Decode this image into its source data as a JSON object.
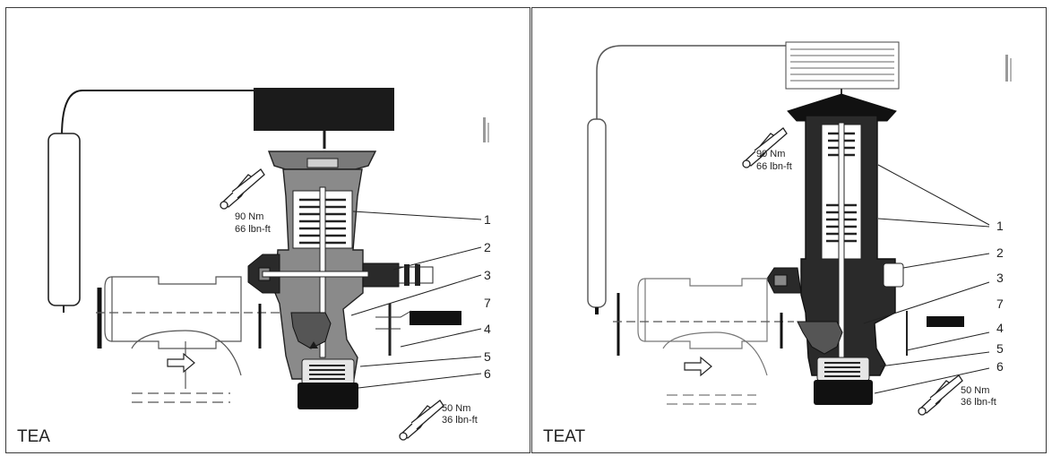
{
  "panels": [
    {
      "caption": "TEA",
      "upper_torque": {
        "nm": "90 Nm",
        "lbf": "66 lbn-ft"
      },
      "lower_torque": {
        "nm": "50 Nm",
        "lbf": "36 lbn-ft"
      },
      "callouts": [
        "1",
        "2",
        "3",
        "7",
        "4",
        "5",
        "6"
      ]
    },
    {
      "caption": "TEAT",
      "upper_torque": {
        "nm": "90 Nm",
        "lbf": "66 lbn-ft"
      },
      "lower_torque": {
        "nm": "50 Nm",
        "lbf": "36 lbn-ft"
      },
      "callouts": [
        "1",
        "2",
        "3",
        "7",
        "4",
        "5",
        "6"
      ]
    }
  ],
  "colors": {
    "ink": "#1a1a1a",
    "grey": "#6d6d6d",
    "light_grey": "#9a9a9a",
    "line": "#3a3a3a"
  },
  "icons": [
    "torque-wrench-icon",
    "flow-arrow-icon",
    "sensing-bulb",
    "capillary-tube",
    "thermal-head",
    "valve-body",
    "pipe-connection"
  ]
}
